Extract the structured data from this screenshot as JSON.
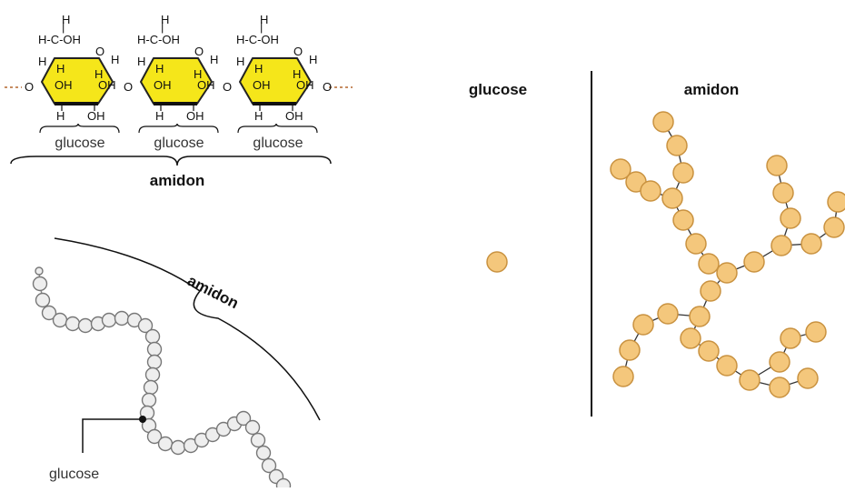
{
  "structure": {
    "atoms": {
      "h": "H",
      "hcoh": "H-C-OH",
      "o": "O",
      "oh": "OH"
    },
    "glucose_labels": [
      "glucose",
      "glucose",
      "glucose"
    ],
    "amidon_label": "amidon"
  },
  "chain": {
    "amidon_label": "amidon",
    "glucose_label": "glucose"
  },
  "comparison": {
    "glucose_label": "glucose",
    "amidon_label": "amidon"
  },
  "colors": {
    "ring_fill": "#f5e61a",
    "bead_fill": "#f4c77c",
    "bead_stroke": "#c99240",
    "white_bead": "#eeeeee",
    "bond": "#c78d62"
  }
}
